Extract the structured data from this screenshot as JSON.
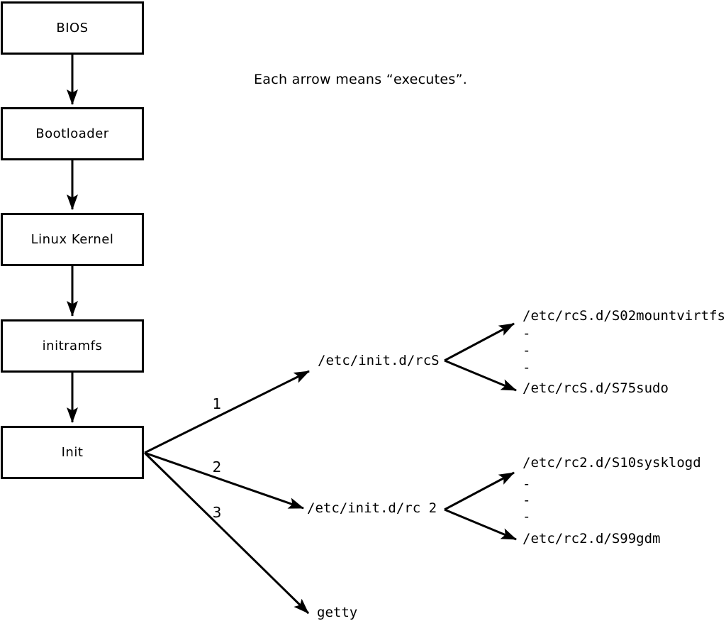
{
  "note": "Each arrow means “executes”.",
  "boxes": [
    {
      "label": "BIOS"
    },
    {
      "label": "Bootloader"
    },
    {
      "label": "Linux Kernel"
    },
    {
      "label": "initramfs"
    },
    {
      "label": "Init"
    }
  ],
  "branches": [
    {
      "number": "1",
      "target": "/etc/init.d/rcS"
    },
    {
      "number": "2",
      "target": "/etc/init.d/rc 2"
    },
    {
      "number": "3",
      "target": "getty"
    }
  ],
  "rcS_group": {
    "first": "/etc/rcS.d/S02mountvirtfs",
    "dashes": [
      "-",
      "-",
      "-"
    ],
    "last": "/etc/rcS.d/S75sudo"
  },
  "rc2_group": {
    "first": "/etc/rc2.d/S10sysklogd",
    "dashes": [
      "-",
      "-",
      "-"
    ],
    "last": "/etc/rc2.d/S99gdm"
  },
  "colors": {
    "ink": "#000000",
    "background": "#ffffff"
  }
}
